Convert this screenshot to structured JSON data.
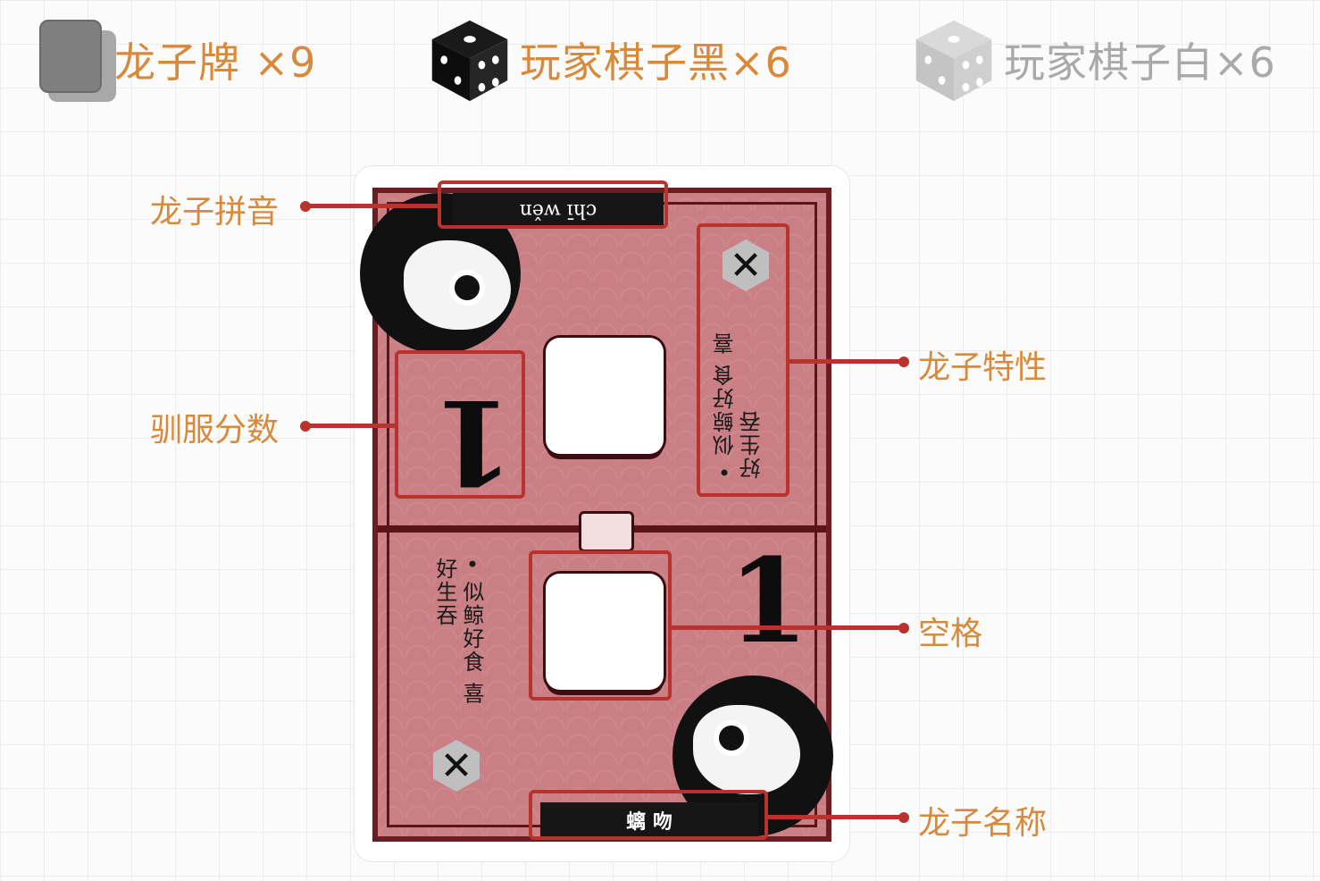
{
  "legend": {
    "cards": "龙子牌 ×9",
    "black_pieces": "玩家棋子黑×6",
    "white_pieces": "玩家棋子白×6"
  },
  "card": {
    "pinyin": "chī wěn",
    "name": "螭 吻",
    "score": "1",
    "trait_lines": [
      "• 似鲸好食",
      "喜好生吞"
    ],
    "x_token": "✕"
  },
  "labels": {
    "pinyin": "龙子拼音",
    "score": "驯服分数",
    "trait": "龙子特性",
    "slot": "空格",
    "name": "龙子名称"
  },
  "colors": {
    "label_orange": "#d8893a",
    "callout_red": "#b8332d",
    "card_pink": "#c97f84",
    "card_border": "#6b1e22",
    "legend_grey": "#a9a9a9"
  }
}
